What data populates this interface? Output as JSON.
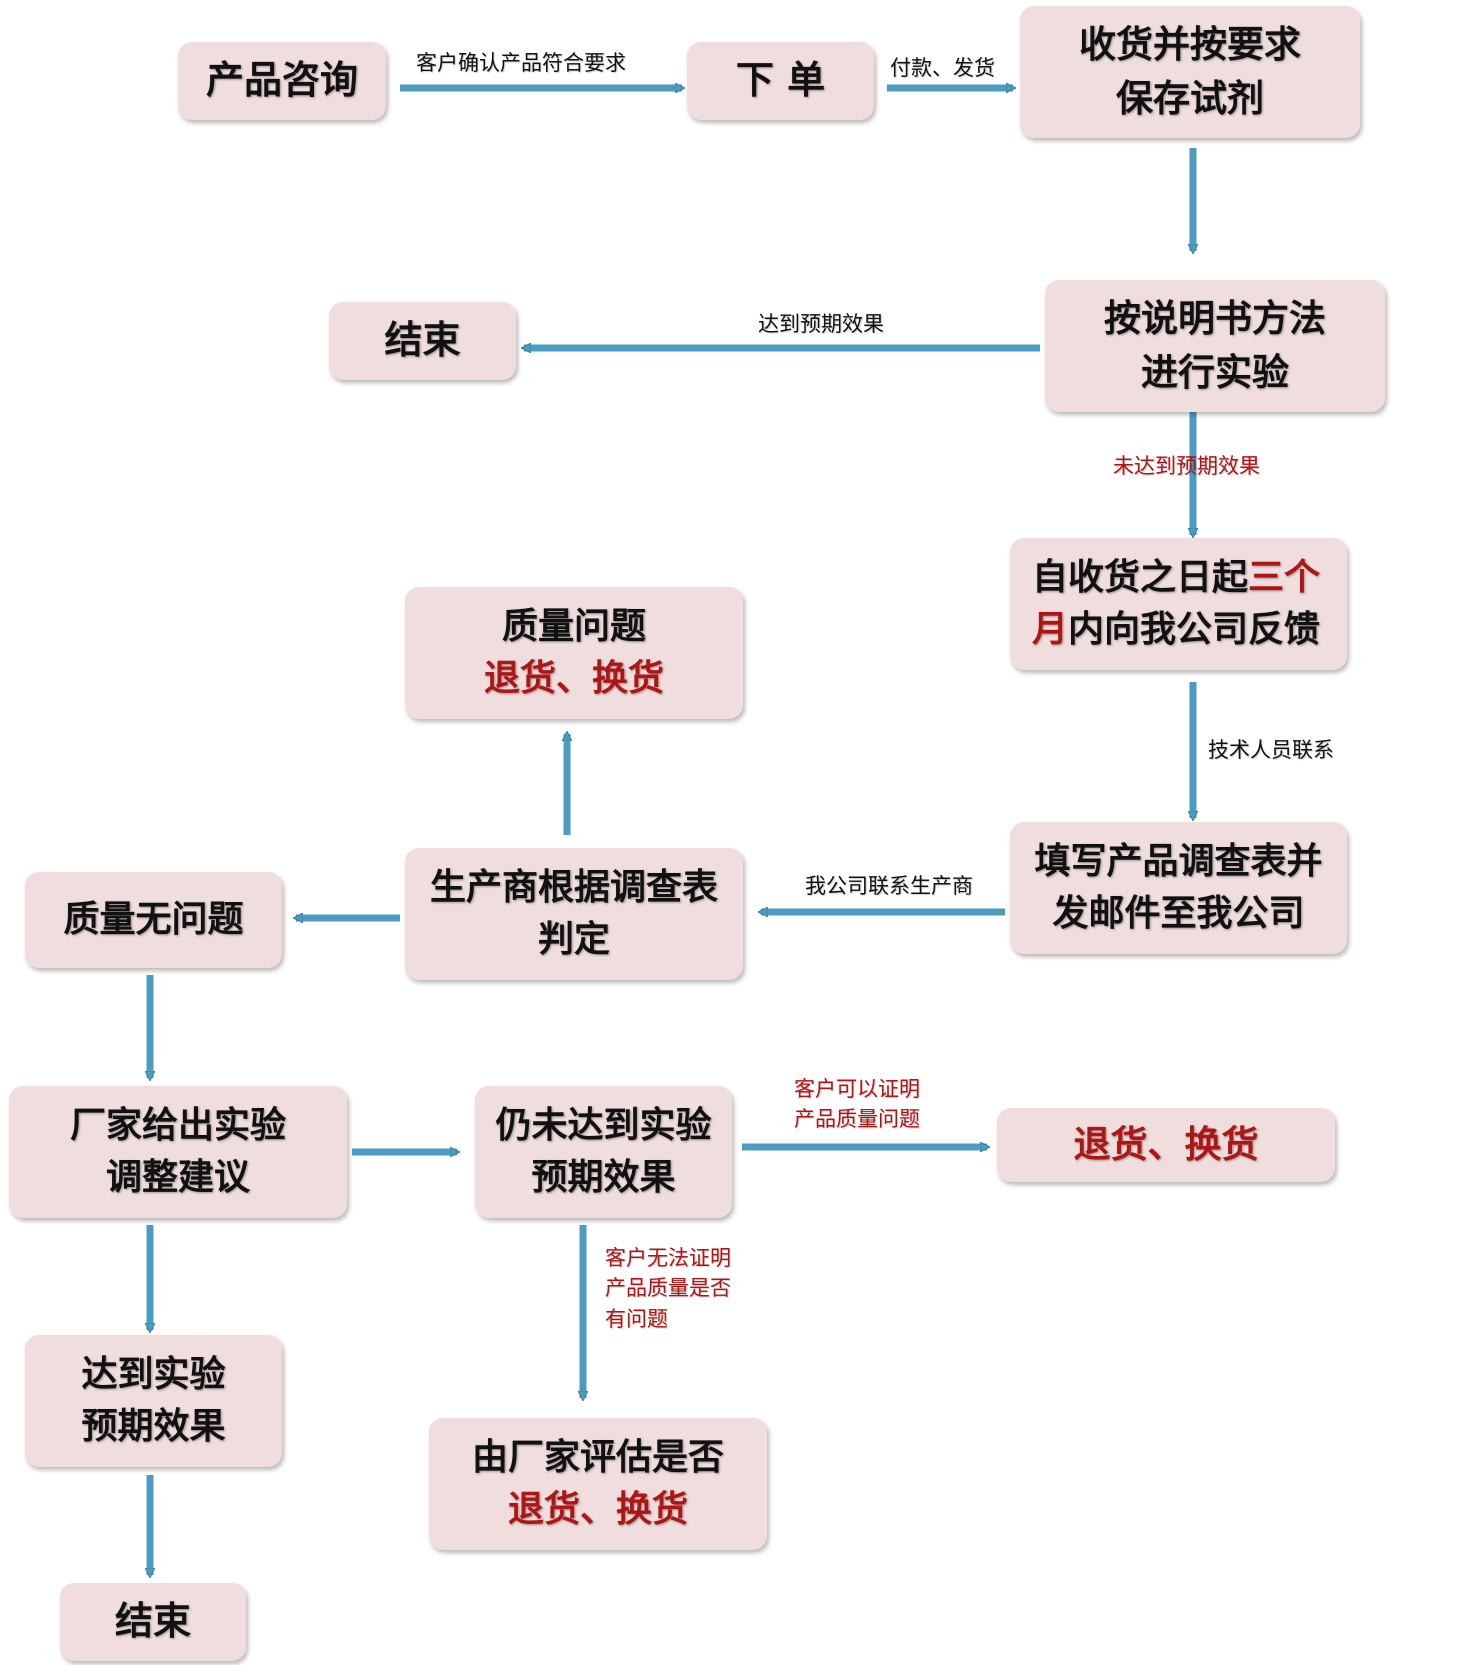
{
  "colors": {
    "node_fill": "#efdedd",
    "arrow": "#4a9cc0",
    "highlight_red": "#b01515"
  },
  "nodes": {
    "consult": "产品咨询",
    "order": "下 单",
    "receive": [
      "收货并按要求",
      "保存试剂"
    ],
    "experiment": [
      "按说明书方法",
      "进行实验"
    ],
    "end_top": "结束",
    "feedback": {
      "line1_black": "自收货之日起",
      "line1_red": "三个",
      "line2_red": "月",
      "line2_black": "内向我公司反馈"
    },
    "survey": [
      "填写产品调查表并",
      "发邮件至我公司"
    ],
    "judge": [
      "生产商根据调查表",
      "判定"
    ],
    "quality_issue": {
      "line1": "质量问题",
      "line2": "退货、换货"
    },
    "no_issue": "质量无问题",
    "adjust": [
      "厂家给出实验",
      "调整建议"
    ],
    "still_fail": [
      "仍未达到实验",
      "预期效果"
    ],
    "return_right": "退货、换货",
    "reached": [
      "达到实验",
      "预期效果"
    ],
    "evaluate": {
      "line1": "由厂家评估是否",
      "line2": "退货、换货"
    },
    "end_bottom": "结束"
  },
  "labels": {
    "confirm": "客户确认产品符合要求",
    "pay_ship": "付款、发货",
    "reached_expect": "达到预期效果",
    "not_reached": "未达到预期效果",
    "tech_contact": "技术人员联系",
    "contact_maker": "我公司联系生产商",
    "can_prove": [
      "客户可以证明",
      "产品质量问题"
    ],
    "cannot_prove": [
      "客户无法证明",
      "产品质量是否",
      "有问题"
    ]
  }
}
